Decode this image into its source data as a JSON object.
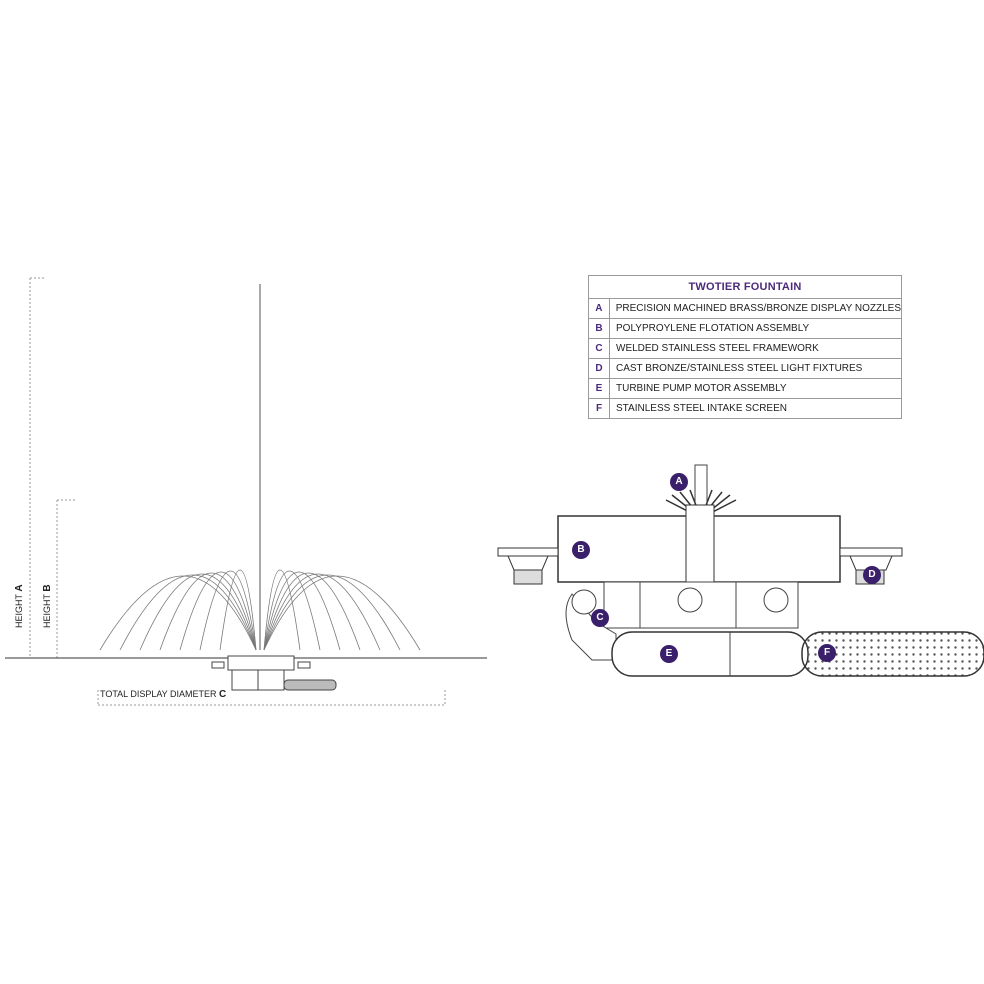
{
  "legend": {
    "title": "TWOTIER FOUNTAIN",
    "rows": [
      {
        "key": "A",
        "desc": "PRECISION MACHINED BRASS/BRONZE DISPLAY  NOZZLES"
      },
      {
        "key": "B",
        "desc": "POLYPROYLENE FLOTATION ASSEMBLY"
      },
      {
        "key": "C",
        "desc": "WELDED STAINLESS STEEL FRAMEWORK"
      },
      {
        "key": "D",
        "desc": "CAST BRONZE/STAINLESS STEEL LIGHT FIXTURES"
      },
      {
        "key": "E",
        "desc": "TURBINE PUMP MOTOR ASSEMBLY"
      },
      {
        "key": "F",
        "desc": "STAINLESS STEEL INTAKE SCREEN"
      }
    ]
  },
  "dimensions": {
    "height_a_text": "HEIGHT",
    "height_a_letter": "A",
    "height_b_text": "HEIGHT",
    "height_b_letter": "B",
    "diameter_text": "TOTAL DISPLAY DIAMETER",
    "diameter_letter": "C"
  },
  "callouts": [
    "A",
    "B",
    "C",
    "D",
    "E",
    "F"
  ],
  "colors": {
    "accent": "#3a1f6b",
    "line": "#555555"
  }
}
